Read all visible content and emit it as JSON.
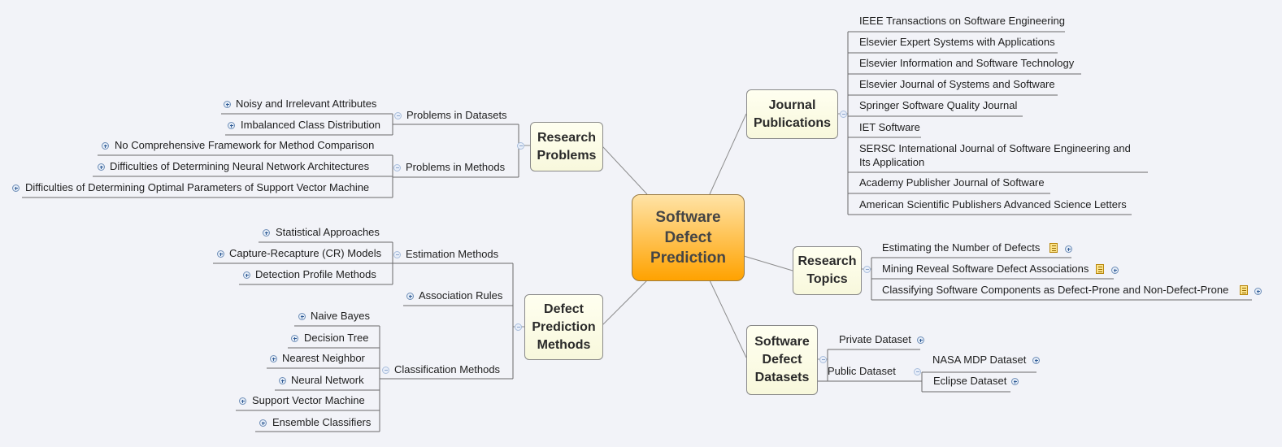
{
  "central": "Software Defect Prediction",
  "journal_publications": {
    "title": "Journal Publications",
    "items": [
      "IEEE Transactions on Software Engineering",
      "Elsevier Expert Systems with Applications",
      "Elsevier Information and Software Technology",
      "Elsevier Journal of Systems and Software",
      "Springer Software Quality Journal",
      "IET Software",
      "SERSC International Journal of Software Engineering and Its Application",
      "Academy Publisher Journal of Software",
      "American Scientific Publishers Advanced Science Letters"
    ]
  },
  "research_topics": {
    "title": "Research Topics",
    "items": [
      "Estimating the Number of Defects",
      "Mining Reveal Software Defect Associations",
      "Classifying Software Components as Defect-Prone and Non-Defect-Prone"
    ]
  },
  "datasets": {
    "title": "Software Defect Datasets",
    "private": "Private Dataset",
    "public": "Public Dataset",
    "public_items": [
      "NASA MDP Dataset",
      "Eclipse Dataset"
    ]
  },
  "research_problems": {
    "title": "Research Problems",
    "datasets": {
      "label": "Problems in Datasets",
      "items": [
        "Noisy and Irrelevant Attributes",
        "Imbalanced Class Distribution"
      ]
    },
    "methods": {
      "label": "Problems in Methods",
      "items": [
        "No Comprehensive Framework for Method Comparison",
        "Difficulties of Determining Neural Network Architectures",
        "Difficulties of Determining Optimal Parameters of Support Vector Machine"
      ]
    }
  },
  "prediction_methods": {
    "title": "Defect Prediction Methods",
    "estimation": {
      "label": "Estimation Methods",
      "items": [
        "Statistical Approaches",
        "Capture-Recapture (CR) Models",
        "Detection Profile Methods"
      ]
    },
    "association": "Association Rules",
    "classification": {
      "label": "Classification Methods",
      "items": [
        "Naive Bayes",
        "Decision Tree",
        "Nearest Neighbor",
        "Neural Network",
        "Support Vector Machine",
        "Ensemble Classifiers"
      ]
    }
  }
}
